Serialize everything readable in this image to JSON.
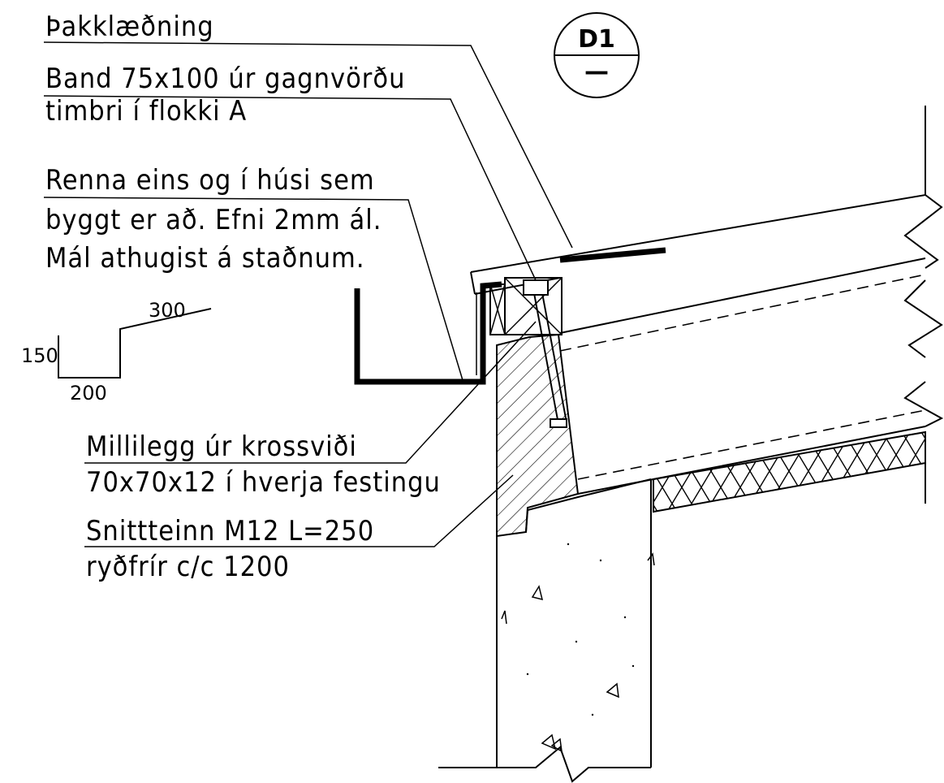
{
  "notes": {
    "cladding": "Þakklæðning",
    "band_line1": "Band 75x100 úr gagnvörðu",
    "band_line2": "timbri í flokki A",
    "gutter_line1": "Renna eins og í húsi sem",
    "gutter_line2": "byggt er að. Efni 2mm ál.",
    "gutter_line3": "Mál athugist á staðnum.",
    "shim_line1": "Millilegg úr krossviði",
    "shim_line2": "70x70x12 í hverja festingu",
    "bolt_line1": "Snittteinn M12 L=250",
    "bolt_line2": "ryðfrír c/c 1200"
  },
  "profile_dims": {
    "top": "300",
    "height": "150",
    "bottom": "200"
  },
  "detail_tag": {
    "number": "D1",
    "sheet": "—"
  }
}
